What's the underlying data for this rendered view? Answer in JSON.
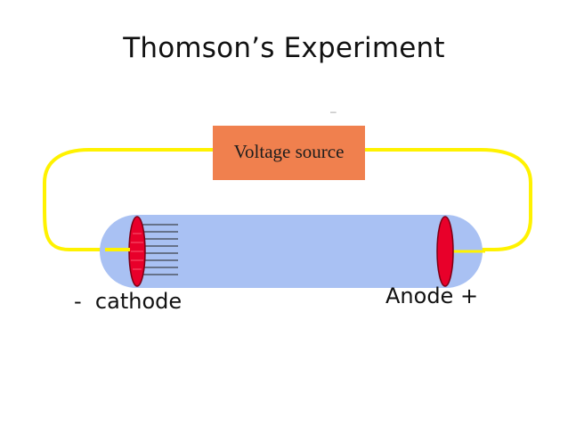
{
  "title": "Thomson’s Experiment",
  "voltage_source": {
    "label": "Voltage source",
    "marker": "–"
  },
  "labels": {
    "cathode": "-  cathode",
    "anode": "Anode +"
  },
  "colors": {
    "wire": "#fff200",
    "tube": "#a9c1f3",
    "electrode": "#e8002a",
    "electrode_outline": "#7a0015",
    "voltage_box": "#f0804e",
    "beam_lines": "#222222"
  },
  "icons": {
    "cathode": "cathode-disc-icon",
    "anode": "anode-disc-icon"
  }
}
